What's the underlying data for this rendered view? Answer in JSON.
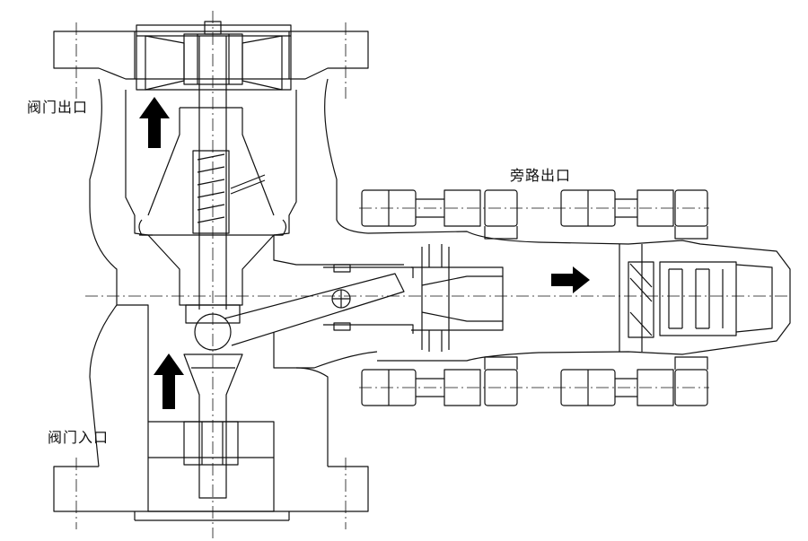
{
  "labels": {
    "valve_outlet": "阀门出口",
    "bypass_outlet": "旁路出口",
    "valve_inlet": "阀门入口"
  },
  "colors": {
    "line": "#111111",
    "background": "#ffffff",
    "arrow_fill": "#000000"
  },
  "icons": {
    "flow_up": "up-arrow-icon",
    "flow_right": "right-arrow-icon"
  }
}
